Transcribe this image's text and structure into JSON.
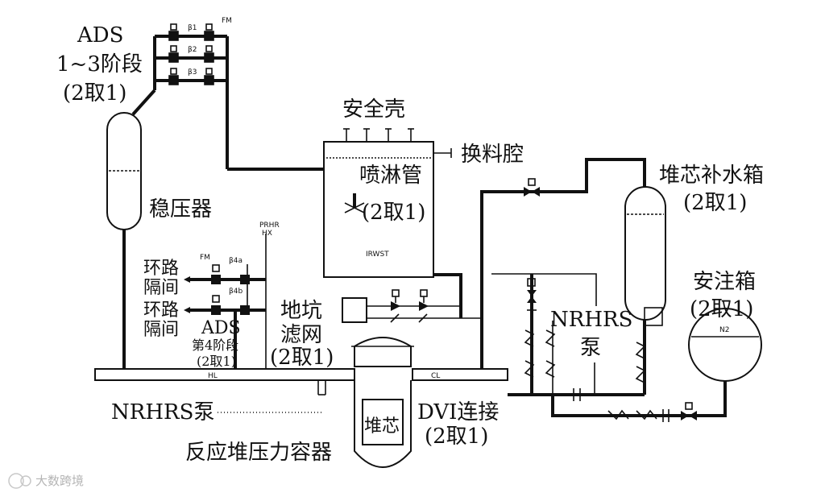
{
  "labels": {
    "ads13_l1": "ADS",
    "ads13_l2": "1~3阶段",
    "ads13_l3": "(2取1)",
    "pressurizer": "稳压器",
    "containment": "安全壳",
    "refuel_cavity": "换料腔",
    "spray_l1": "喷淋管",
    "spray_l2": "(2取1)",
    "irwst": "IRWST",
    "cmt_l1": "堆芯补水箱",
    "cmt_l2": "(2取1)",
    "acc_l1": "安注箱",
    "acc_l2": "(2取1)",
    "n2": "N2",
    "prhr_l1": "PRHR",
    "prhr_l2": "HX",
    "loop_iso_1a": "环路",
    "loop_iso_1b": "隔间",
    "loop_iso_2a": "环路",
    "loop_iso_2b": "隔间",
    "ads4_l1": "ADS",
    "ads4_l2": "第4阶段",
    "ads4_l3": "(2取1)",
    "sump_l1": "地坑",
    "sump_l2": "滤网",
    "sump_l3": "(2取1)",
    "nrhrs_pump_l1": "NRHRS",
    "nrhrs_pump_l2": "泵",
    "hl": "HL",
    "cl": "CL",
    "nrhrs_pump_left": "NRHRS泵",
    "core": "堆芯",
    "dvi_l1": "DVI连接",
    "dvi_l2": "(2取1)",
    "rpv": "反应堆压力容器",
    "fm1": "FM",
    "fm2": "FM",
    "b1": "β1",
    "b2": "β2",
    "b3": "β3",
    "b4a": "β4a",
    "b4b": "β4b",
    "watermark": "大数跨境"
  },
  "colors": {
    "line": "#111111",
    "watermark": "#b5b5b5"
  }
}
